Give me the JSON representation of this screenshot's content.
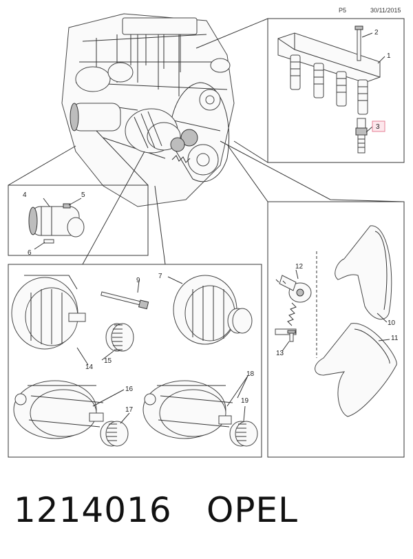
{
  "header": {
    "page_code": "P5",
    "date": "30/11/2015"
  },
  "callouts": {
    "c1": "1",
    "c2": "2",
    "c3": "3",
    "c4": "4",
    "c5": "5",
    "c6": "6",
    "c7": "7",
    "c8": "",
    "c9": "9",
    "c10": "10",
    "c11": "11",
    "c12": "12",
    "c13": "13",
    "c14": "14",
    "c15": "15",
    "c16": "16",
    "c17": "17",
    "c18": "18",
    "c19": "19"
  },
  "highlighted_callout": "3",
  "footer": {
    "part_number": "1214016",
    "brand": "OPEL"
  }
}
